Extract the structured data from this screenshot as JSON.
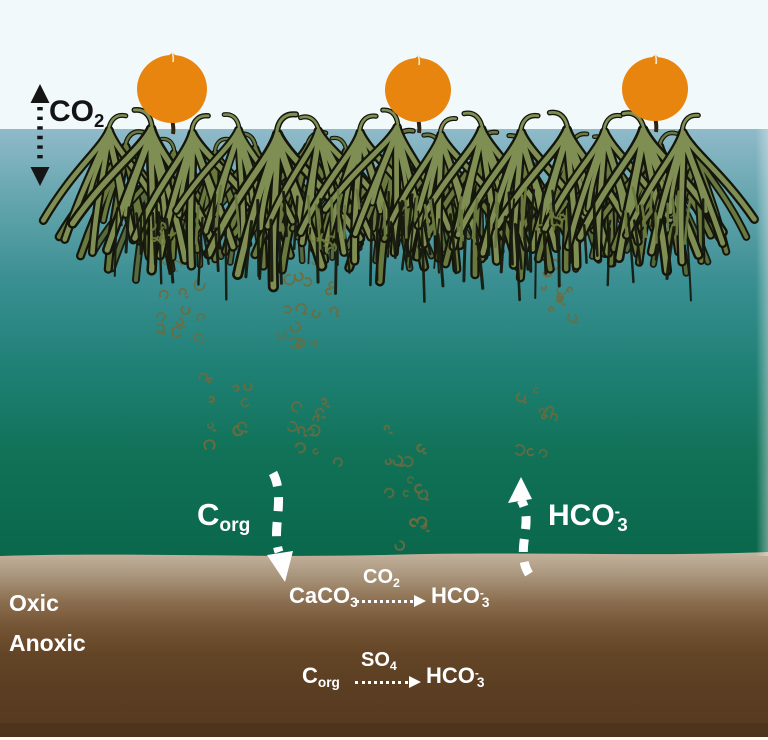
{
  "title": "Seaweed cultivation carbon cycle diagram",
  "atmosphere": {
    "co2_label": {
      "base": "CO",
      "sub": "2"
    }
  },
  "water": {
    "corg_label": {
      "base": "C",
      "sub": "org"
    },
    "hco3_label": {
      "base": "HCO",
      "sup": "-",
      "sub": "3"
    }
  },
  "sediment": {
    "oxic_label": "Oxic",
    "anoxic_label": "Anoxic",
    "reactions": [
      {
        "reactant": {
          "base": "CaCO",
          "sub": "3"
        },
        "catalyst": {
          "base": "CO",
          "sub": "2"
        },
        "product": {
          "base": "HCO",
          "sup": "-",
          "sub": "3"
        }
      },
      {
        "reactant": {
          "base": "C",
          "sub": "org"
        },
        "catalyst": {
          "base": "SO",
          "sub": "4"
        },
        "product": {
          "base": "HCO",
          "sup": "-",
          "sub": "3"
        }
      }
    ]
  },
  "icons": [
    "co2-exchange-arrow",
    "buoy",
    "kelp-canopy",
    "sinking-particles",
    "corg-sink-arrow",
    "hco3-release-arrow",
    "reaction-arrow"
  ],
  "colors": {
    "sky": "#f2f9fa",
    "water_surface": "#90bac9",
    "water_mid": "#2f8a8b",
    "water_deep": "#0a674b",
    "sediment_top": "#c4b39e",
    "sediment_deep": "#553920",
    "buoy": "#e8850f",
    "kelp_front": "#7f8e52",
    "kelp_mid": "#69783f",
    "kelp_back": "#57683a",
    "kelp_outline": "#14160c",
    "particle": "#6f6b3d",
    "label_light": "#ffffff",
    "label_dark": "#141414"
  }
}
